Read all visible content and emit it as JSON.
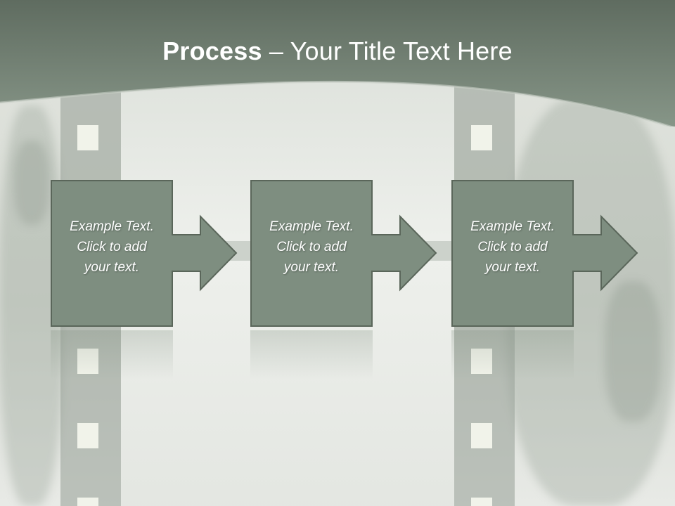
{
  "slide": {
    "title_bold": "Process",
    "title_rest": " – Your Title Text Here",
    "colors": {
      "header": "#7d8c7d",
      "box_fill": "#7e8e80",
      "box_stroke": "#5a665a",
      "text": "#ffffff"
    }
  },
  "steps": [
    {
      "text": "Example Text.\nClick  to add\nyour text."
    },
    {
      "text": "Example Text.\nClick  to add\nyour text."
    },
    {
      "text": "Example Text.\nClick  to add\nyour text."
    }
  ]
}
